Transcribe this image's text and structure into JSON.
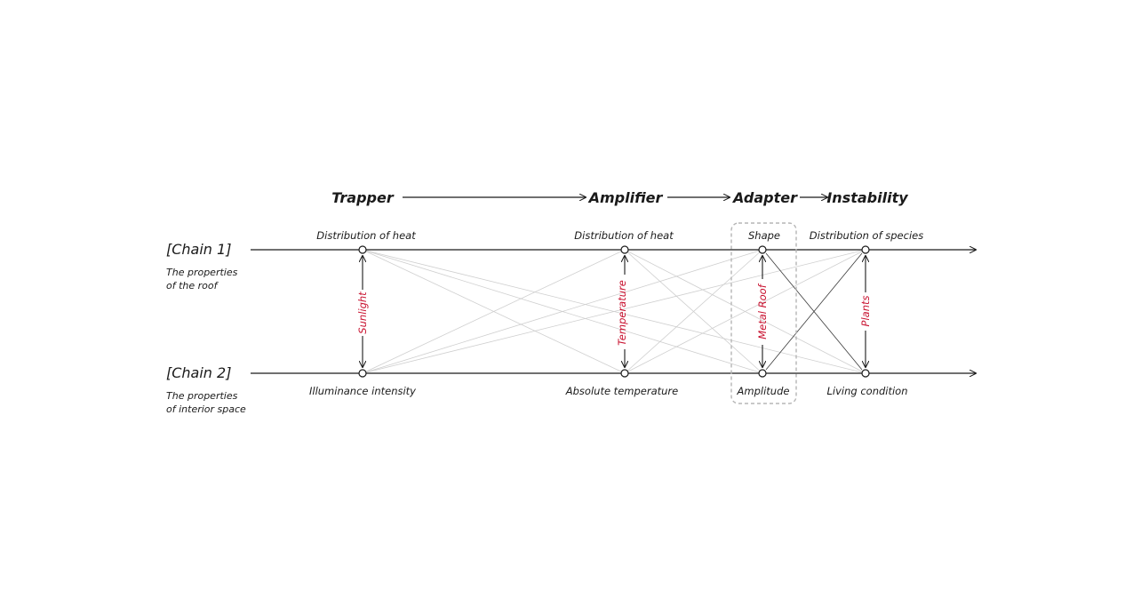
{
  "stages": [
    "Trapper",
    "Amplifier",
    "Adapter",
    "Instability"
  ],
  "chains": [
    {
      "label": "[Chain 1]",
      "desc_line1": "The properties",
      "desc_line2": "of the roof"
    },
    {
      "label": "[Chain 2]",
      "desc_line1": "The properties",
      "desc_line2": "of interior space"
    }
  ],
  "top_nodes": [
    "Distribution of heat",
    "Distribution of heat",
    "Shape",
    "Distribution of species"
  ],
  "bottom_nodes": [
    "Illuminance intensity",
    "Absolute temperature",
    "Amplitude",
    "Living condition"
  ],
  "links": [
    "Sunlight",
    "Temperature",
    "Metal Roof",
    "Plants"
  ],
  "colors": {
    "ink": "#1a1a1a",
    "accent": "#c8102e",
    "faint": "#c8c8c8",
    "dash": "#b5b5b5"
  }
}
